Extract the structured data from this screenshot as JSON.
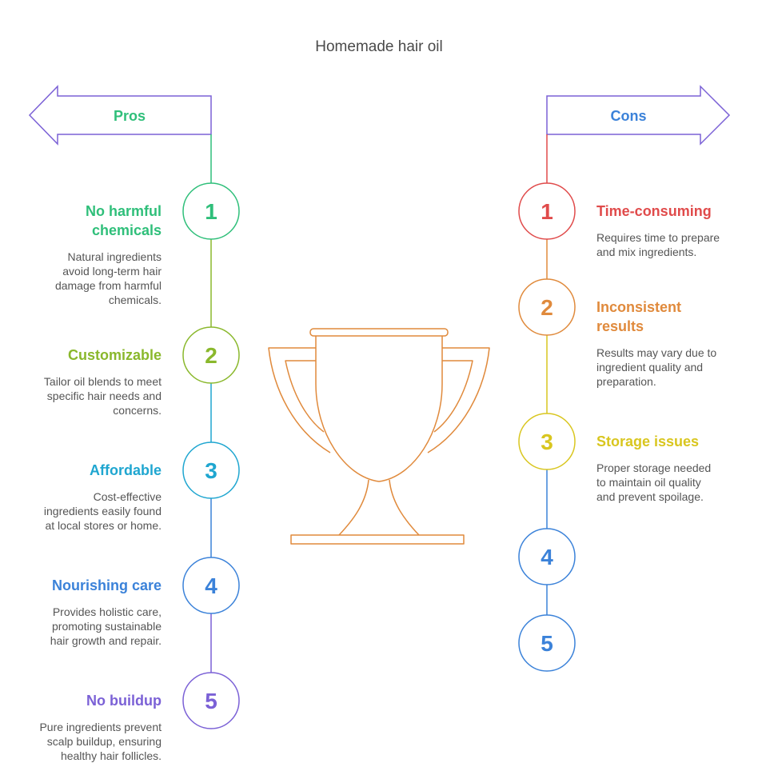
{
  "title": "Homemade hair oil",
  "colors": {
    "trophy": "#e08a3c",
    "arrow": "#7b61d6",
    "pros_header": "#2fbf7a",
    "cons_header": "#3b82d9"
  },
  "pros": {
    "header": "Pros",
    "items": [
      {
        "number": "1",
        "title": "No harmful chemicals",
        "title_lines": [
          "No harmful",
          "chemicals"
        ],
        "lines": [
          "Natural ingredients",
          "avoid long-term hair",
          "damage from harmful",
          "chemicals."
        ],
        "color": "#2fbf7a"
      },
      {
        "number": "2",
        "title": "Customizable",
        "title_lines": [
          "Customizable"
        ],
        "lines": [
          "Tailor oil blends to meet",
          "specific hair needs and",
          "concerns."
        ],
        "color": "#8ab82c"
      },
      {
        "number": "3",
        "title": "Affordable",
        "title_lines": [
          "Affordable"
        ],
        "lines": [
          "Cost-effective",
          "ingredients easily found",
          "at local stores or home."
        ],
        "color": "#1fa6d0"
      },
      {
        "number": "4",
        "title": "Nourishing care",
        "title_lines": [
          "Nourishing care"
        ],
        "lines": [
          "Provides holistic care,",
          "promoting sustainable",
          "hair growth and repair."
        ],
        "color": "#3b82d9"
      },
      {
        "number": "5",
        "title": "No buildup",
        "title_lines": [
          "No buildup"
        ],
        "lines": [
          "Pure ingredients prevent",
          "scalp buildup, ensuring",
          "healthy hair follicles."
        ],
        "color": "#7b61d6"
      }
    ]
  },
  "cons": {
    "header": "Cons",
    "items": [
      {
        "number": "1",
        "title": "Time-consuming",
        "title_lines": [
          "Time-consuming"
        ],
        "lines": [
          "Requires time to prepare",
          "and mix ingredients."
        ],
        "color": "#e04b4b"
      },
      {
        "number": "2",
        "title": "Inconsistent results",
        "title_lines": [
          "Inconsistent",
          "results"
        ],
        "lines": [
          "Results may vary due to",
          "ingredient quality and",
          "preparation."
        ],
        "color": "#e08a3c"
      },
      {
        "number": "3",
        "title": "Storage issues",
        "title_lines": [
          "Storage issues"
        ],
        "lines": [
          "Proper storage needed",
          "to maintain oil quality",
          "and prevent spoilage."
        ],
        "color": "#d9c61f"
      },
      {
        "number": "4",
        "color": "#3b82d9"
      },
      {
        "number": "5",
        "color": "#3b82d9"
      }
    ]
  }
}
